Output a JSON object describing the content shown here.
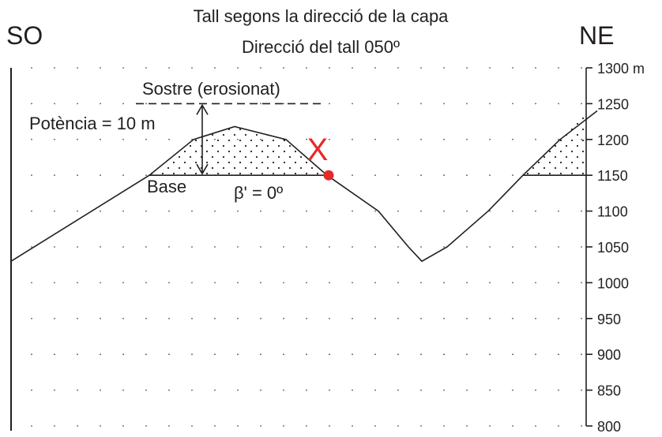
{
  "header": {
    "title": "Tall segons la direcció de la capa",
    "subtitle": "Direcció del tall 050º",
    "left_direction": "SO",
    "right_direction": "NE"
  },
  "annotations": {
    "roof": "Sostre (erosionat)",
    "thickness": "Potència = 10 m",
    "base": "Base",
    "dip": "β' = 0º",
    "point": "X"
  },
  "colors": {
    "ink": "#231f20",
    "point": "#e8282b",
    "grid_dots": "#555555"
  },
  "axis": {
    "unit": "m",
    "ticks": [
      800,
      850,
      900,
      950,
      1000,
      1050,
      1100,
      1150,
      1200,
      1250,
      1300
    ],
    "tick_labels": [
      "800",
      "850",
      "900",
      "950",
      "1000",
      "1050",
      "1100",
      "1150",
      "1200",
      "1250",
      "1300 m"
    ],
    "range": [
      800,
      1300
    ]
  },
  "chart_data": {
    "type": "line",
    "title": "Tall segons la direcció de la capa",
    "subtitle": "Direcció del tall 050º",
    "ylabel": "",
    "ylim": [
      800,
      1300
    ],
    "grid": true,
    "topographic_profile": {
      "x": [
        0,
        175,
        231,
        283,
        348,
        400,
        465,
        503,
        520,
        552,
        604,
        648,
        695,
        742
      ],
      "elevation_m": [
        1030,
        1150,
        1200,
        1218,
        1200,
        1150,
        1100,
        1050,
        1030,
        1050,
        1100,
        1150,
        1200,
        1240
      ]
    },
    "layer_base_elevation_m": 1150,
    "layer_roof_elevation_m": 1250,
    "layer_thickness_m": 10
  }
}
